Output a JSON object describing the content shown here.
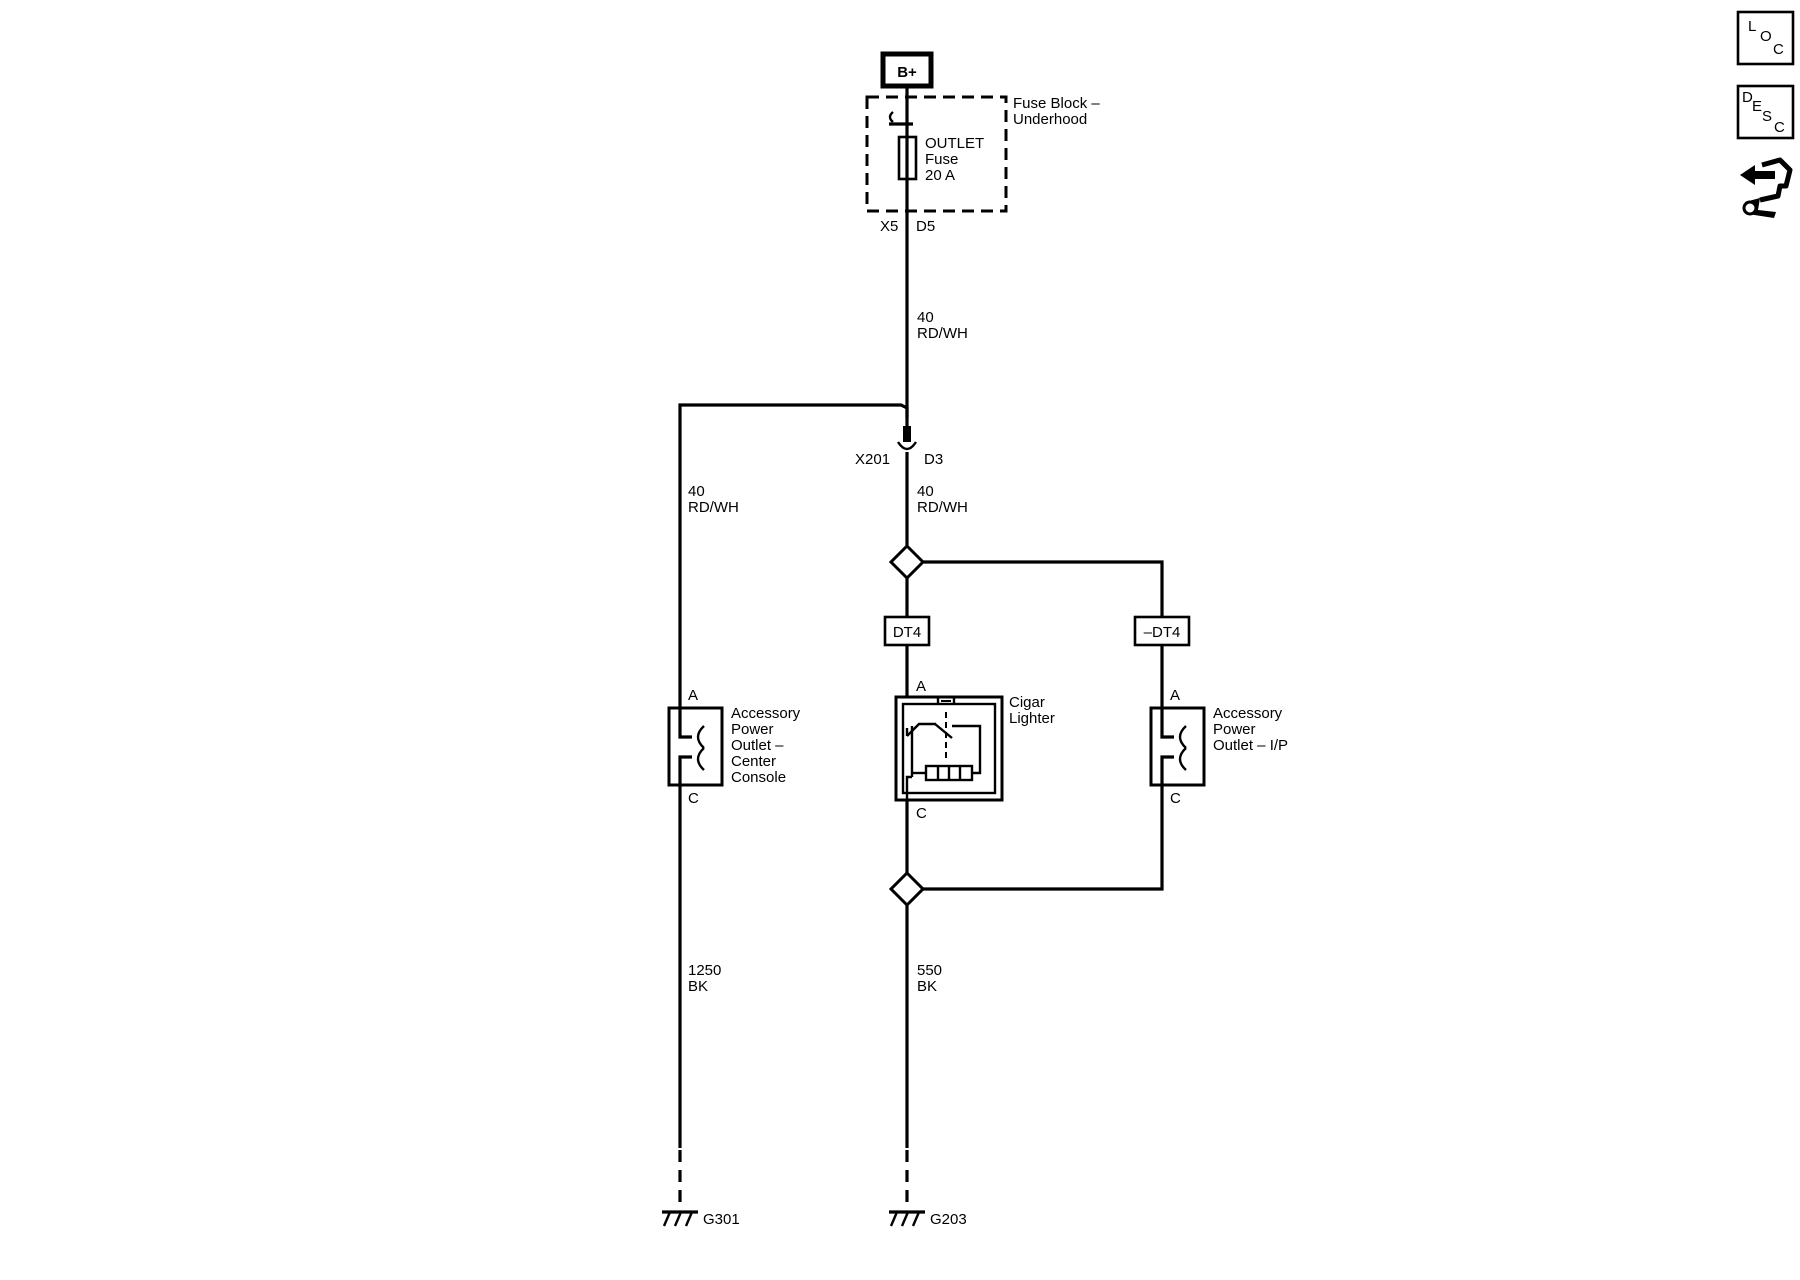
{
  "power": {
    "label": "B+"
  },
  "fuse_block": {
    "name": "Fuse Block –",
    "name2": "Underhood",
    "fuse_line1": "OUTLET",
    "fuse_line2": "Fuse",
    "fuse_line3": "20 A",
    "conn_left": "X5",
    "conn_right": "D5"
  },
  "wire_top": {
    "size": "40",
    "color": "RD/WH"
  },
  "inline_connector": {
    "left": "X201",
    "right": "D3"
  },
  "wire_center_upper": {
    "size": "40",
    "color": "RD/WH"
  },
  "wire_left_upper": {
    "size": "40",
    "color": "RD/WH"
  },
  "options": {
    "left": "DT4",
    "right": "–DT4"
  },
  "outlet_center": {
    "pin_top": "A",
    "pin_bottom": "C",
    "l1": "Accessory",
    "l2": "Power",
    "l3": "Outlet –",
    "l4": "Center",
    "l5": "Console"
  },
  "cigar_lighter": {
    "pin_top": "A",
    "pin_bottom": "C",
    "l1": "Cigar",
    "l2": "Lighter"
  },
  "outlet_ip": {
    "pin_top": "A",
    "pin_bottom": "C",
    "l1": "Accessory",
    "l2": "Power",
    "l3": "Outlet – I/P"
  },
  "wire_left_lower": {
    "size": "1250",
    "color": "BK"
  },
  "wire_center_lower": {
    "size": "550",
    "color": "BK"
  },
  "grounds": {
    "left": "G301",
    "center": "G203"
  },
  "side_buttons": {
    "loc": {
      "l": "L",
      "o": "O",
      "c": "C"
    },
    "desc": {
      "d": "D",
      "e": "E",
      "s": "S",
      "c": "C"
    }
  }
}
